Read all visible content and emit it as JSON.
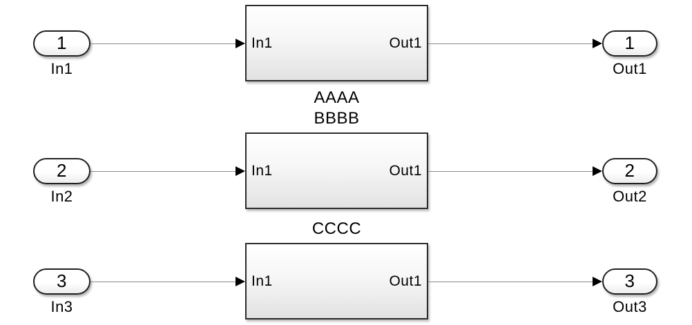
{
  "diagram": {
    "type": "simulink-block-diagram",
    "colors": {
      "background": "#ffffff",
      "block_border": "#2b2b2b",
      "block_fill_top": "#ffffff",
      "block_fill_bottom": "#e2e2e2",
      "port_border": "#1f1f1f",
      "wire": "#8a8a8a",
      "arrowhead": "#000000",
      "text": "#000000"
    },
    "rows": [
      {
        "input_port": {
          "number": "1",
          "label": "In1"
        },
        "block": {
          "name": "AAAA",
          "name_position": "below",
          "in_port_label": "In1",
          "out_port_label": "Out1"
        },
        "output_port": {
          "number": "1",
          "label": "Out1"
        }
      },
      {
        "input_port": {
          "number": "2",
          "label": "In2"
        },
        "block": {
          "name": "BBBB",
          "name_position": "above",
          "in_port_label": "In1",
          "out_port_label": "Out1"
        },
        "output_port": {
          "number": "2",
          "label": "Out2"
        }
      },
      {
        "input_port": {
          "number": "3",
          "label": "In3"
        },
        "block": {
          "name": "CCCC",
          "name_position": "above",
          "in_port_label": "In1",
          "out_port_label": "Out1"
        },
        "output_port": {
          "number": "3",
          "label": "Out3"
        }
      }
    ]
  }
}
